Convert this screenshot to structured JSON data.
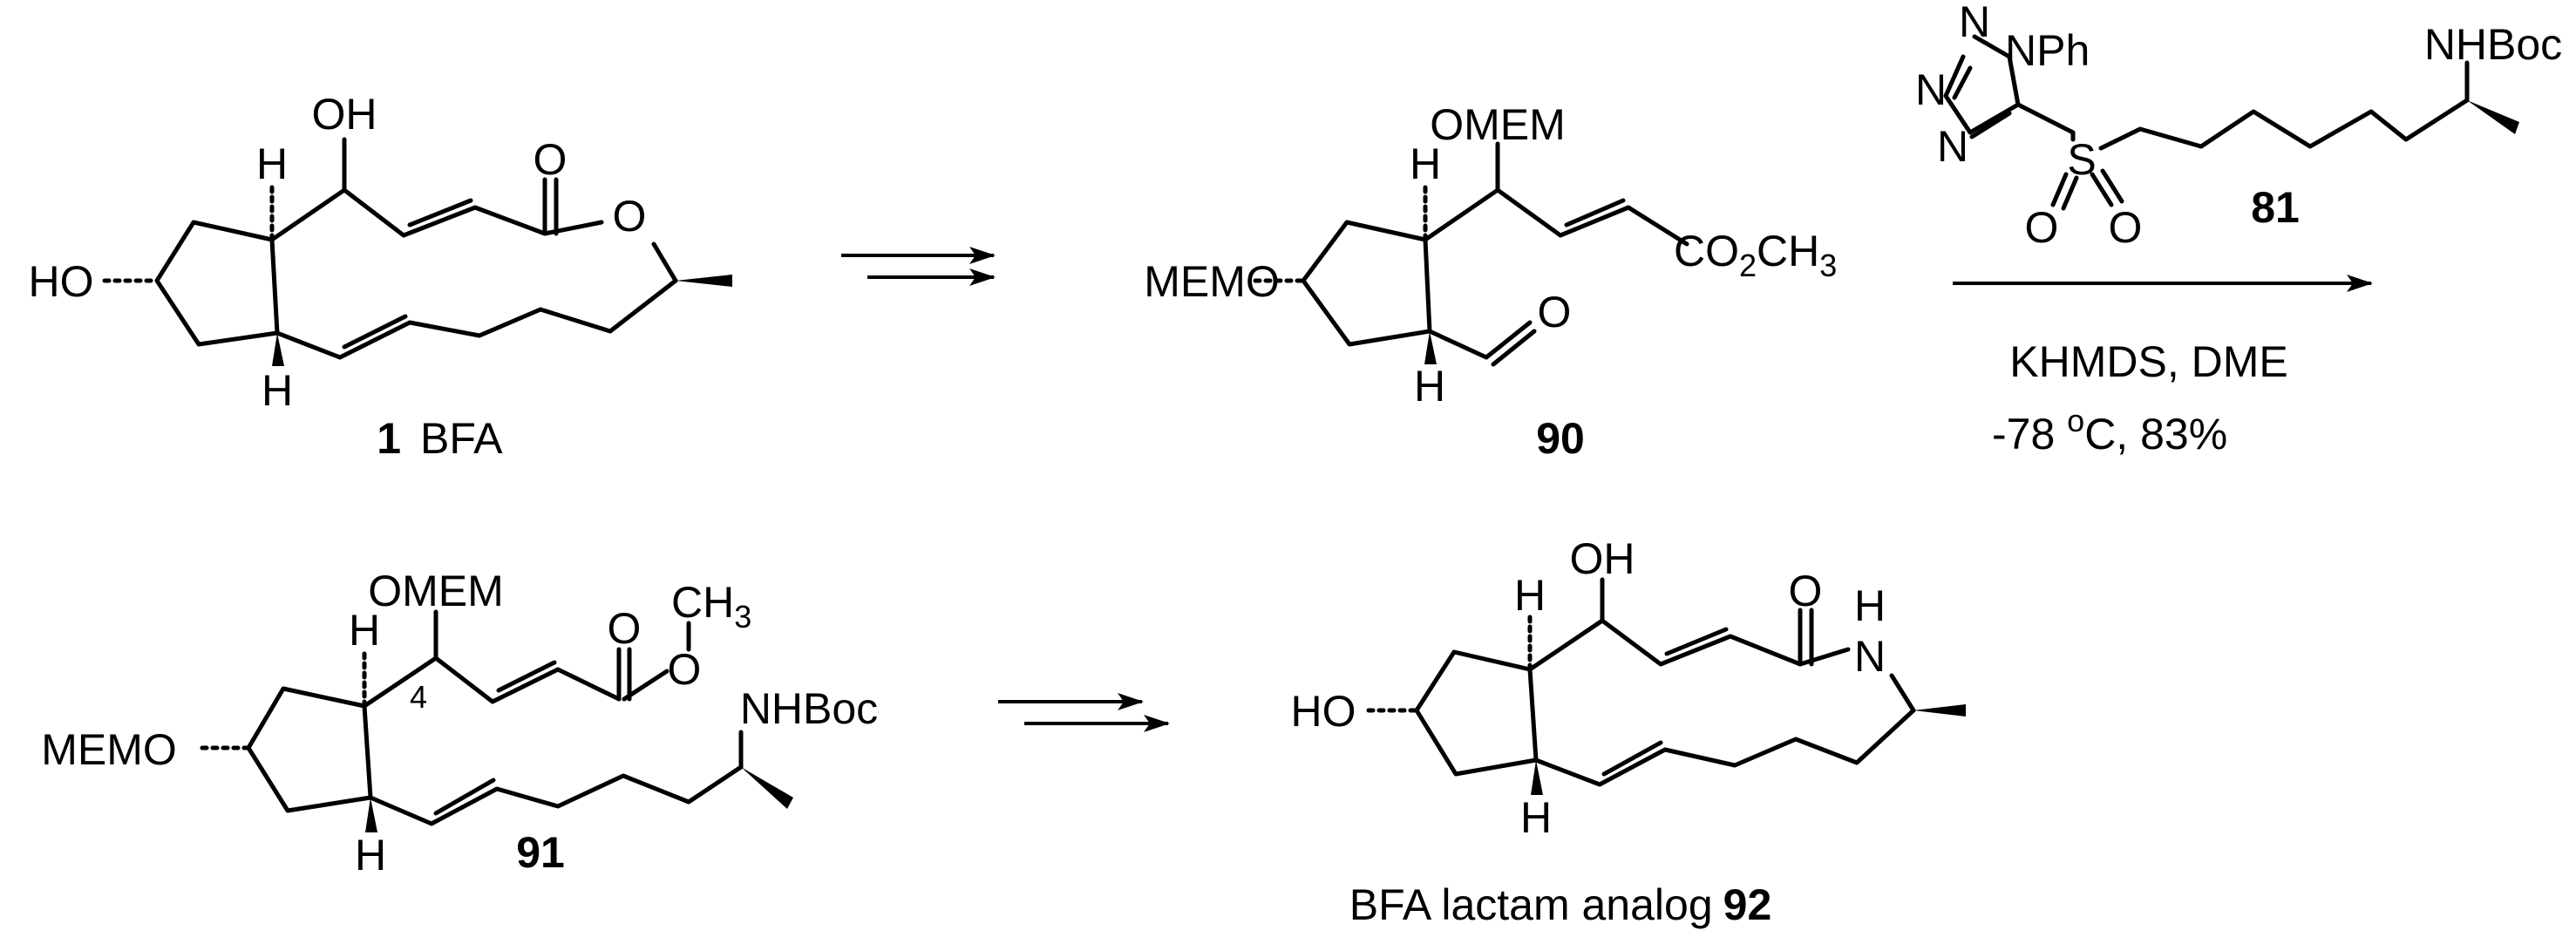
{
  "compound_1": {
    "atoms": {
      "oh_top": "OH",
      "ho_left": "HO",
      "o_carbonyl": "O",
      "o_ring": "O",
      "h_top": "H",
      "h_bottom": "H"
    },
    "label_number": "1",
    "label_name": "BFA"
  },
  "compound_90": {
    "atoms": {
      "omem_top": "OMEM",
      "memo_left": "MEMO",
      "h_top": "H",
      "h_bottom": "H",
      "o_aldehyde": "O",
      "ester_co": "CO",
      "ester_sub": "2",
      "ester_ch": "CH",
      "ester_sub2": "3"
    },
    "label_number": "90"
  },
  "reagent_81": {
    "atoms": {
      "n1": "N",
      "n2": "N",
      "n3": "N",
      "nph": "NPh",
      "s": "S",
      "o_a": "O",
      "o_b": "O",
      "nhboc": "NHBoc"
    },
    "label_number": "81",
    "conditions_line1": "KHMDS, DME",
    "conditions_line2_a": "-78 ",
    "conditions_line2_sup": "o",
    "conditions_line2_b": "C, 83%"
  },
  "compound_91": {
    "atoms": {
      "omem_top": "OMEM",
      "memo_left": "MEMO",
      "h_top": "H",
      "h_bottom": "H",
      "locant": "4",
      "o_carbonyl": "O",
      "o_ester": "O",
      "ch": "CH",
      "ch_sub": "3",
      "nhboc": "NHBoc"
    },
    "label_number": "91"
  },
  "compound_92": {
    "atoms": {
      "oh_top": "OH",
      "ho_left": "HO",
      "h_top": "H",
      "h_bottom": "H",
      "o_carbonyl": "O",
      "nh": "N",
      "nh_h": "H"
    },
    "label_name": "BFA lactam analog",
    "label_number": "92"
  }
}
